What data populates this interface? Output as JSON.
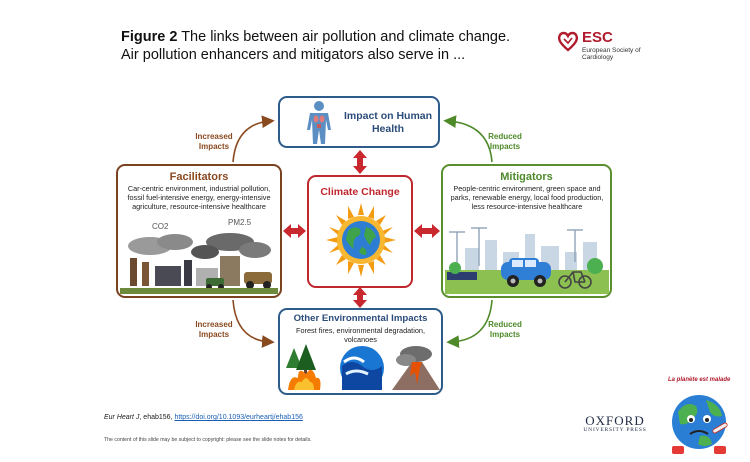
{
  "figure": {
    "label": "Figure 2",
    "caption": "The links between air pollution and climate change. Air pollution enhancers and mitigators also serve in ..."
  },
  "esc": {
    "name": "ESC",
    "subtitle": "European Society of Cardiology"
  },
  "diagram": {
    "health": {
      "title": "Impact on Human Health"
    },
    "facilitators": {
      "title": "Facilitators",
      "description": "Car-centric environment, industrial pollution, fossil fuel-intensive energy, energy-intensive agriculture, resource-intensive healthcare",
      "co2": "CO2",
      "pm": "PM2.5"
    },
    "climate": {
      "title": "Climate Change"
    },
    "mitigators": {
      "title": "Mitigators",
      "description": "People-centric environment, green space and parks, renewable energy, local food production, less resource-intensive healthcare"
    },
    "other": {
      "title": "Other Environmental Impacts",
      "description": "Forest fires, environmental degradation, volcanoes"
    },
    "labels": {
      "increased_top": "Increased Impacts",
      "reduced_top": "Reduced Impacts",
      "increased_bottom": "Increased Impacts",
      "reduced_bottom": "Reduced Impacts"
    }
  },
  "footer": {
    "journal": "Eur Heart J",
    "article": ", ehab156, ",
    "doi": "https://doi.org/10.1093/eurheartj/ehab156",
    "copyright": "The content of this slide may be subject to copyright: please see the slide notes for details."
  },
  "oxford": {
    "line1": "OXFORD",
    "line2": "UNIVERSITY PRESS"
  },
  "sticker": {
    "text": "La planète est malade"
  },
  "colors": {
    "facilitators": "#7a4320",
    "mitigators": "#5a8f2e",
    "climate": "#c0272d",
    "health": "#2e5c8a",
    "esc_red": "#b01c2e"
  }
}
